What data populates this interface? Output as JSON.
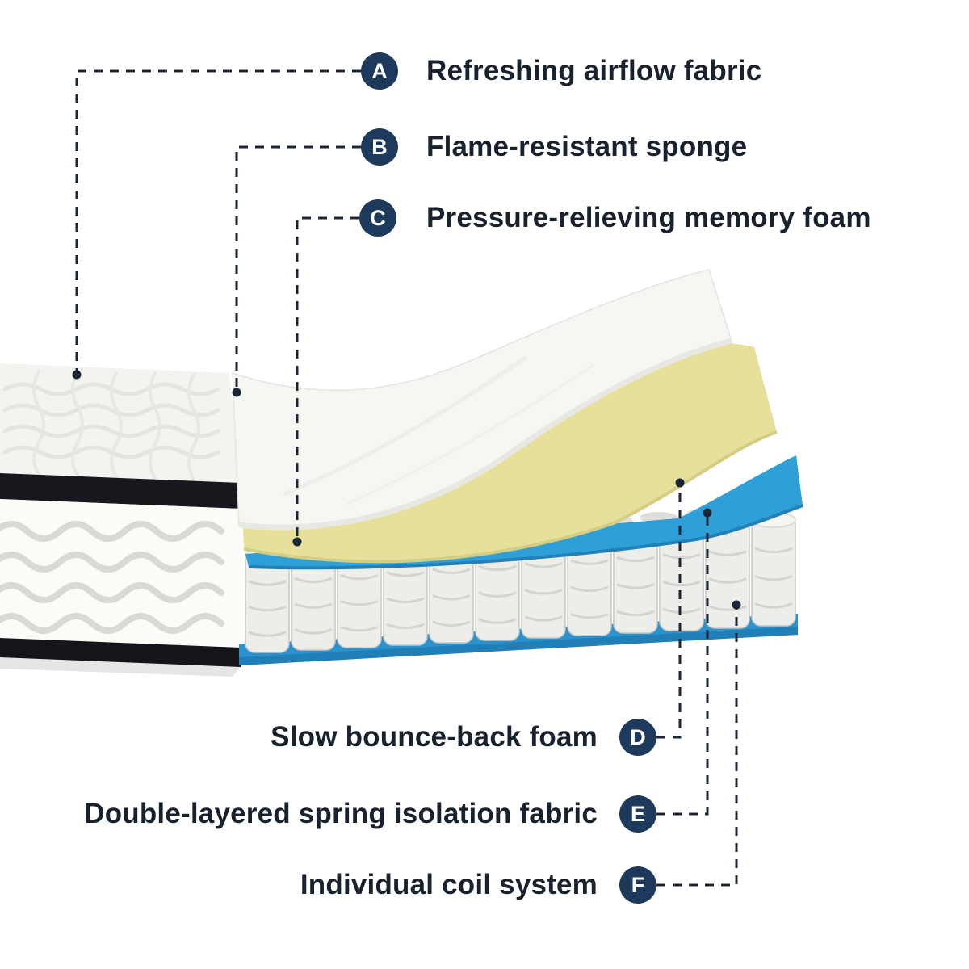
{
  "diagram": {
    "subject": "mattress-layer-cutaway",
    "callouts": [
      {
        "letter": "A",
        "label": "Refreshing airflow fabric"
      },
      {
        "letter": "B",
        "label": "Flame-resistant sponge"
      },
      {
        "letter": "C",
        "label": "Pressure-relieving memory foam"
      },
      {
        "letter": "D",
        "label": "Slow bounce-back foam"
      },
      {
        "letter": "E",
        "label": "Double-layered spring isolation fabric"
      },
      {
        "letter": "F",
        "label": "Individual coil system"
      }
    ],
    "colors": {
      "badge": "#1d3a5c",
      "text": "#18222e",
      "line": "#1b2634",
      "top_fabric": "#f6f6f3",
      "memory_foam": "#e6e09a",
      "isolation_fabric": "#2f9fd8",
      "base": "#2a93cf"
    }
  }
}
